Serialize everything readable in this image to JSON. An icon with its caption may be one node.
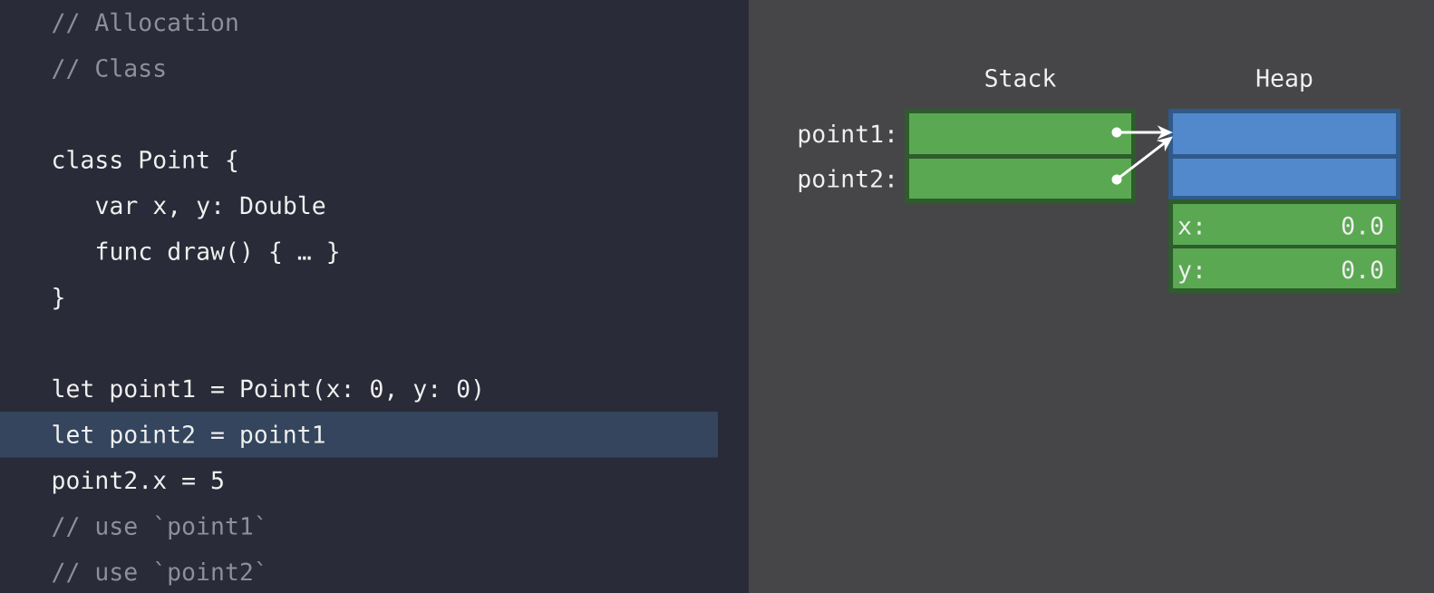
{
  "diagram": {
    "nodes": [
      {
        "text": [
          "Stack"
        ]
      },
      {
        "text": [],
        "shape": "box",
        "in": 0,
        "beside": [
          "point1:"
        ]
      },
      {
        "text": [],
        "shape": "circle",
        "in": 1
      },
      {
        "text": [],
        "shape": "box",
        "in": 0,
        "beside": [
          "point2:"
        ]
      },
      {
        "text": [],
        "shape": "circle",
        "in": 3
      },
      {
        "text": [
          "Heap"
        ]
      },
      {
        "text": [],
        "shape": "box",
        "in": 5
      },
      {
        "text": [],
        "shape": "box",
        "in": 5
      },
      {
        "text": [
          "x:",
          "0.0"
        ],
        "in": 5
      },
      {
        "text": [
          "y:",
          "0.0"
        ],
        "in": 5
      }
    ],
    "edges": [
      {
        "from": 2,
        "to": 6,
        "arrow": "to"
      },
      {
        "from": 4,
        "to": 6,
        "arrow": "to"
      }
    ],
    "labels": [
      "// Allocation",
      "// Class",
      "class Point {",
      "var x, y: Double",
      "func draw() { … }",
      "}",
      "let point1 = Point(x: 0, y: 0)",
      "let point2 = point1",
      "point2.x = 5",
      "// use `point1`",
      "// use `point2`"
    ]
  }
}
